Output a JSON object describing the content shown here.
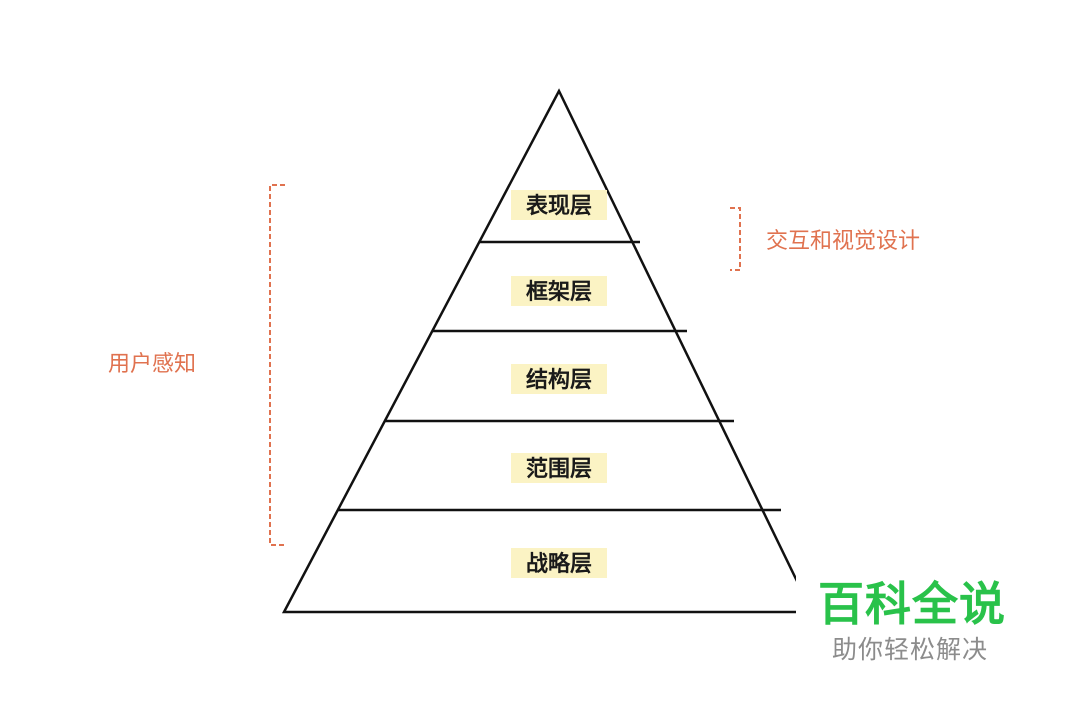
{
  "layers": [
    {
      "label": "表现层"
    },
    {
      "label": "框架层"
    },
    {
      "label": "结构层"
    },
    {
      "label": "范围层"
    },
    {
      "label": "战略层"
    }
  ],
  "annotations": {
    "right_bracket_label": "交互和视觉设计",
    "left_bracket_label": "用户感知"
  },
  "watermark": {
    "title": "百科全说",
    "subtitle": "助你轻松解决"
  },
  "colors": {
    "outline": "#111111",
    "label_highlight": "#fbf3c4",
    "bracket": "#e0724f",
    "watermark_title": "#29c24a",
    "watermark_subtitle": "#8c8c8c"
  }
}
